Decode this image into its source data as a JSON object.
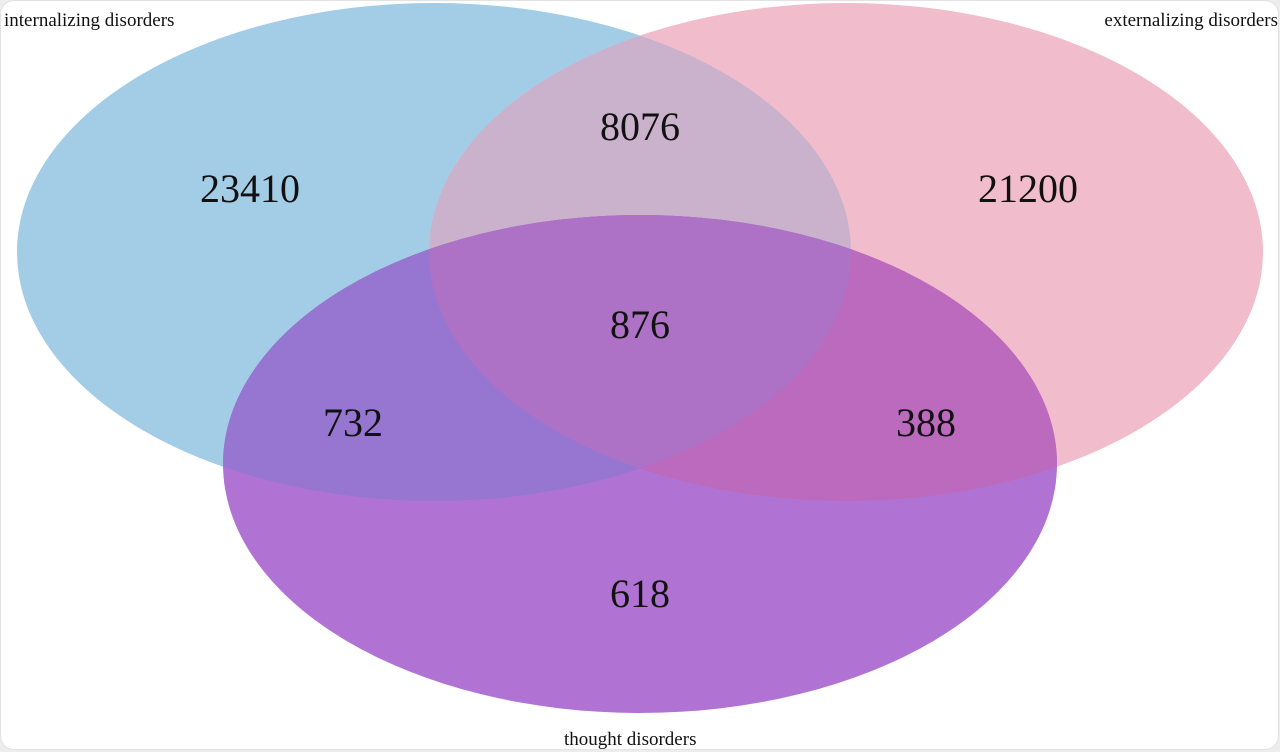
{
  "diagram": {
    "type": "venn3",
    "sets": [
      {
        "id": "A",
        "label": "internalizing disorders",
        "color": "#a3cde6"
      },
      {
        "id": "B",
        "label": "externalizing disorders",
        "color": "#f1bccb"
      },
      {
        "id": "C",
        "label": "thought disorders",
        "color": "#b173d3"
      }
    ],
    "regions": {
      "A_only": "23410",
      "B_only": "21200",
      "AB_only": "8076",
      "ABC": "876",
      "AC_only": "732",
      "BC_only": "388",
      "C_only": "618"
    },
    "colors": {
      "A_only": "#a3cde6",
      "B_only": "#f1bccb",
      "AB_only": "#cbb2cc",
      "C_only": "#b173d3",
      "AC_only": "#9676d1",
      "BC_only": "#bb6abd",
      "ABC": "#ad72c6"
    }
  }
}
